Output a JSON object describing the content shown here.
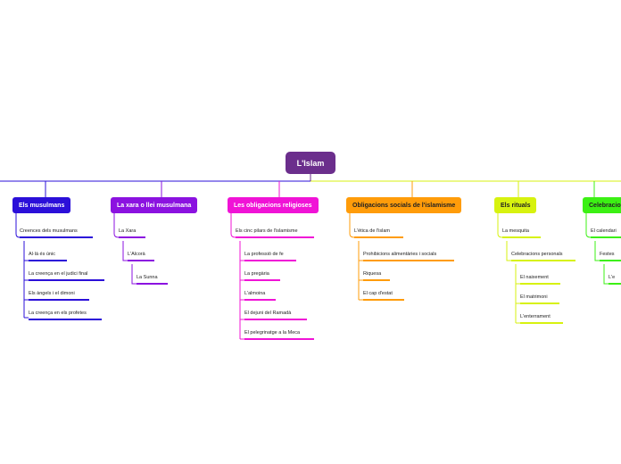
{
  "root": {
    "label": "L'Islam",
    "color": "#6b2e8c"
  },
  "branches": [
    {
      "label": "Els musulmans",
      "color": "#2b0fd9",
      "children": [
        {
          "label": "Creences dels musulmans",
          "children": [
            {
              "label": "Al·là és únic"
            },
            {
              "label": "La creença en el judici final"
            },
            {
              "label": "Els àngels i el dimoni"
            },
            {
              "label": "La creença en els profetes"
            }
          ]
        }
      ]
    },
    {
      "label": "La xara o llei musulmana",
      "color": "#8b12e0",
      "children": [
        {
          "label": "La Xara",
          "children": [
            {
              "label": "L'Alcorà",
              "children": [
                {
                  "label": "La Sunna"
                }
              ]
            }
          ]
        }
      ]
    },
    {
      "label": "Les obligacions religioses",
      "color": "#f013d6",
      "children": [
        {
          "label": "Els cinc pilars de l'islamisme",
          "children": [
            {
              "label": "La professió de fe"
            },
            {
              "label": "La pregària"
            },
            {
              "label": "L'almoina"
            },
            {
              "label": "El dejuni del Ramadà"
            },
            {
              "label": "El pelegrinatge a la Meca"
            }
          ]
        }
      ]
    },
    {
      "label": "Obligacions socials de l'islamisme",
      "color": "#ff9c0a",
      "children": [
        {
          "label": "L'ètica de l'islam",
          "children": [
            {
              "label": "Prohibicions alimentàries i socials"
            },
            {
              "label": "Riquesa"
            },
            {
              "label": "El cap d'estat"
            }
          ]
        }
      ]
    },
    {
      "label": "Els rituals",
      "color": "#d7f20f",
      "children": [
        {
          "label": "La mesquita",
          "children": [
            {
              "label": "Celebracions personals",
              "children": [
                {
                  "label": "El naixement"
                },
                {
                  "label": "El matrimoni"
                },
                {
                  "label": "L'enterrament"
                }
              ]
            }
          ]
        }
      ]
    },
    {
      "label": "Celebracions",
      "color": "#3cf014",
      "children": [
        {
          "label": "El calendari",
          "children": [
            {
              "label": "Festes",
              "children": [
                {
                  "label": "L'e"
                }
              ]
            }
          ]
        }
      ]
    }
  ]
}
